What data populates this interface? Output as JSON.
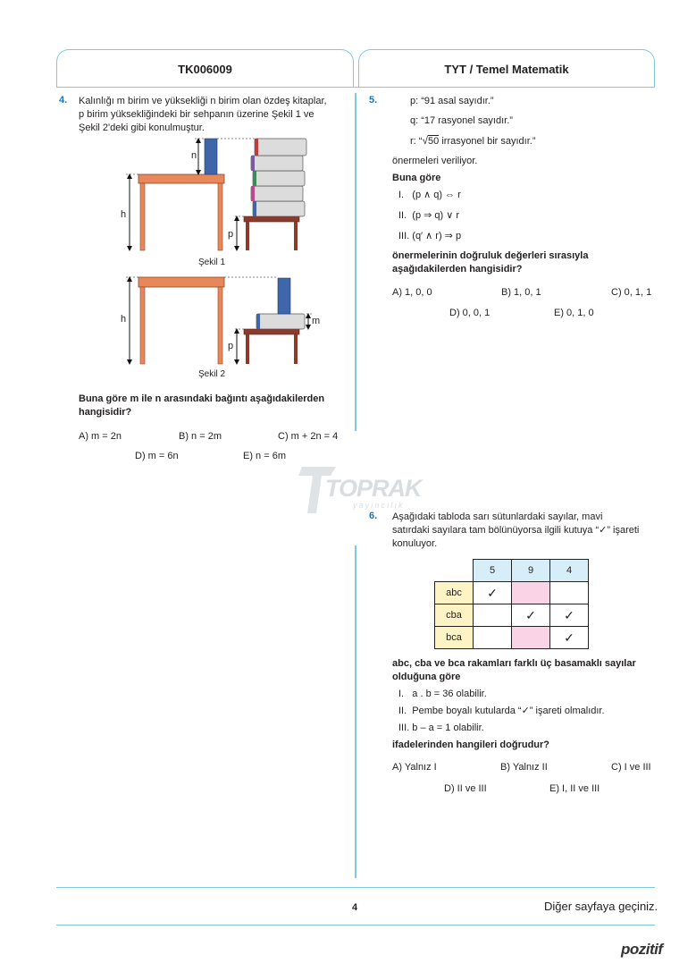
{
  "header": {
    "left_code": "TK006009",
    "right_title": "TYT / Temel Matematik"
  },
  "q4": {
    "number": "4.",
    "intro": [
      "Kalınlığı m birim ve yüksekliği n birim olan özdeş kitaplar,",
      "p birim yüksekliğindeki bir sehpanın üzerine Şekil 1 ve",
      "Şekil 2'deki gibi konulmuştur."
    ],
    "fig1": {
      "label_h": "h",
      "label_n": "n",
      "label_p": "p",
      "caption": "Şekil 1"
    },
    "fig2": {
      "label_h": "h",
      "label_m": "m",
      "label_p": "p",
      "caption": "Şekil 2"
    },
    "question": [
      "Buna göre m ile n arasındaki bağıntı aşağıdakilerden",
      "hangisidir?"
    ],
    "options": {
      "a": "A) m = 2n",
      "b": "B) n = 2m",
      "c": "C) m + 2n = 4",
      "d": "D) m = 6n",
      "e": "E) n = 6m"
    }
  },
  "q5": {
    "number": "5.",
    "p": "p: “91 asal sayıdır.”",
    "q": "q: “17 rasyonel sayıdır.”",
    "r_prefix": "r: “",
    "r_root": "50",
    "r_suffix": " irrasyonel bir sayıdır.”",
    "given": "önermeleri veriliyor.",
    "buna_gore": "Buna göre",
    "items": [
      "I.   (p ∧ q) ⇔ r",
      "II.  (p ⇒ q) ∨ r",
      "III. (q′ ∧ r) ⇒ p"
    ],
    "question": [
      "önermelerinin doğruluk değerleri sırasıyla",
      "aşağıdakilerden hangisidir?"
    ],
    "options": {
      "a": "A) 1, 0, 0",
      "b": "B) 1, 0, 1",
      "c": "C) 0, 1, 1",
      "d": "D) 0, 0, 1",
      "e": "E) 0, 1, 0"
    }
  },
  "watermark": {
    "brand": "TOPRAK",
    "sub": "yayıncılık"
  },
  "q6": {
    "number": "6.",
    "intro": [
      "Aşağıdaki tabloda sarı sütunlardaki sayılar, mavi",
      "satırdaki sayılara tam bölünüyorsa ilgili kutuya “✓” işareti",
      "konuluyor."
    ],
    "table": {
      "columns": [
        "5",
        "9",
        "4"
      ],
      "rows": [
        {
          "label": "abc",
          "cells": [
            "✓",
            "",
            ""
          ]
        },
        {
          "label": "cba",
          "cells": [
            "",
            "✓",
            "✓"
          ]
        },
        {
          "label": "bca",
          "cells": [
            "",
            "",
            "✓"
          ]
        }
      ]
    },
    "question_lead": [
      "abc, cba ve bca rakamları farklı üç basamaklı sayılar",
      "olduğuna göre"
    ],
    "items": [
      "I.   a . b = 36 olabilir.",
      "II.  Pembe boyalı kutularda “✓” işareti olmalıdır.",
      "III. b – a = 1 olabilir."
    ],
    "question": "ifadelerinden hangileri doğrudur?",
    "options": {
      "a": "A) Yalnız I",
      "b": "B) Yalnız II",
      "c": "C) I ve III",
      "d": "D) II ve III",
      "e": "E) I, II ve III"
    }
  },
  "footer": {
    "page": "4",
    "next": "Diğer sayfaya geçiniz.",
    "brand": "pozitif"
  },
  "colors": {
    "accent": "#7ec8e3",
    "qnum": "#1b75bb",
    "table_header": "#d6eef8",
    "table_label": "#fdf3c4",
    "table_pink": "#fbd3e6",
    "book_blue": "#3f66a8",
    "table_wood": "#e8875a",
    "stool": "#8b3a2b"
  }
}
